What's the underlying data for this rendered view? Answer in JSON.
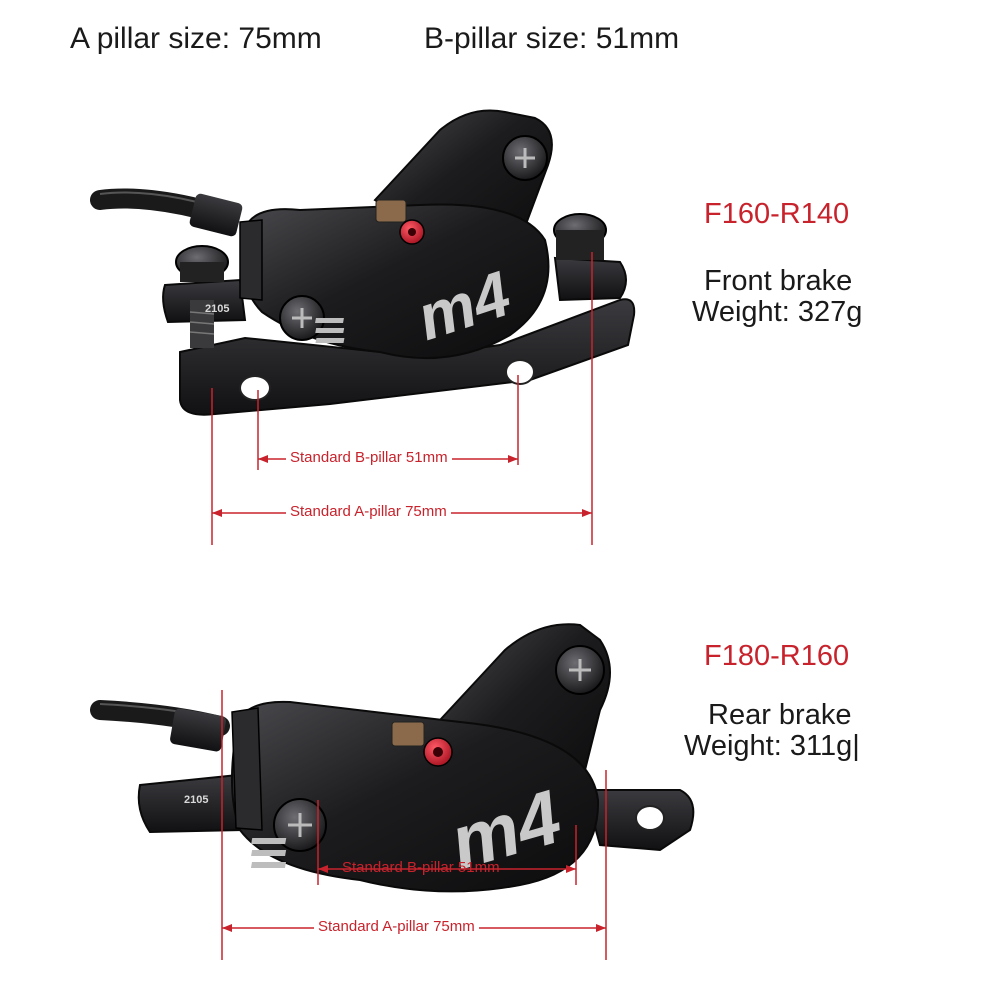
{
  "header": {
    "a_pillar_size": "A pillar size: 75mm",
    "b_pillar_size": "B-pillar size: 51mm"
  },
  "front": {
    "model": "F160-R140",
    "type": "Front brake",
    "weight": "Weight: 327g",
    "caliper_logo": "m4",
    "serial": "2105",
    "b_pillar_label": "Standard B-pillar 51mm",
    "a_pillar_label": "Standard A-pillar 75mm"
  },
  "rear": {
    "model": "F180-R160",
    "type": "Rear brake",
    "weight": "Weight: 311g|",
    "caliper_logo": "m4",
    "serial": "2105",
    "b_pillar_label": "Standard B-pillar 51mm",
    "a_pillar_label": "Standard A-pillar 75mm"
  },
  "colors": {
    "accent_red": "#c8232c",
    "caliper_black": "#1c1c1e",
    "bolt_red": "#d3142a"
  }
}
